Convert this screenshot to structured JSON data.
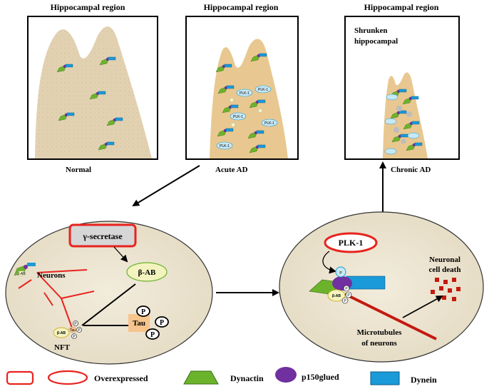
{
  "panels": {
    "normal": {
      "header": "Hippocampal region",
      "caption": "Normal"
    },
    "acute": {
      "header": "Hippocampal region",
      "caption": "Acute AD"
    },
    "chronic": {
      "header": "Hippocampal region",
      "caption": "Chronic AD",
      "inset_label_line1": "Shrunken",
      "inset_label_line2": "hippocampal"
    }
  },
  "left_cell": {
    "secretase_label": "γ-secretase",
    "beta_ab_label": "β-AB",
    "neurons_label": "Neurons",
    "nft_label": "NFT",
    "tau_label": "Tau",
    "p_label": "P",
    "tiny_bab": "β-AB",
    "tiny_tau": "Tau"
  },
  "right_cell": {
    "plk_label": "PLK-1",
    "beta_ab_label": "β-AB",
    "p_label": "P",
    "death_line1": "Neuronal",
    "death_line2": "cell death",
    "micro_line1": "Microtubules",
    "micro_line2": "of neurons"
  },
  "acute_plk_label": "PLK-1",
  "legend": {
    "overexpressed": "Overexpressed",
    "dynactin": "Dynactin",
    "p150": "p150glued",
    "dynein": "Dynein"
  },
  "colors": {
    "tissue": "#e3d3b4",
    "tissue_acute": "#e8c890",
    "cell_fill": "#ece4d0",
    "dynactin": "#6cb32c",
    "p150": "#7030a0",
    "dynein": "#1a9ad8",
    "overexpressed": "#e8231f",
    "plk_fill": "#c8e8f4",
    "beta_ab_fill": "#f3f3c0",
    "tau_fill": "#f6c48c",
    "red_dot": "#c41a10"
  }
}
